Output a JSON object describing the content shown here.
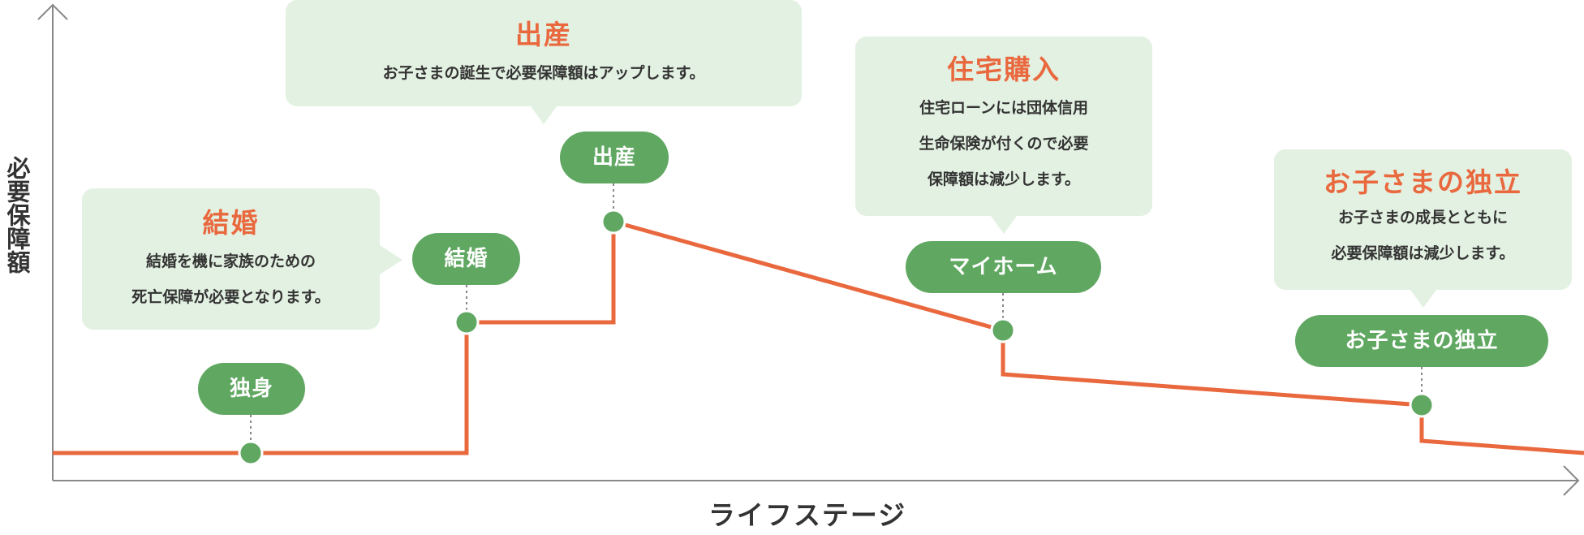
{
  "colors": {
    "line": "#e9683e",
    "node": "#60a862",
    "bubble_bg": "#e3f1e2",
    "title": "#e9683e",
    "axis": "#888888"
  },
  "axes": {
    "y_label": "必要保障額",
    "x_label": "ライフステージ"
  },
  "stages": [
    {
      "label": "独身",
      "bubble": null
    },
    {
      "label": "結婚",
      "bubble": {
        "title": "結婚",
        "lines": [
          "結婚を機に家族のための",
          "死亡保障が必要となります。"
        ]
      }
    },
    {
      "label": "出産",
      "bubble": {
        "title": "出産",
        "lines": [
          "お子さまの誕生で必要保障額はアップします。"
        ]
      }
    },
    {
      "label": "マイホーム",
      "bubble": {
        "title": "住宅購入",
        "lines": [
          "住宅ローンには団体信用",
          "生命保険が付くので必要",
          "保障額は減少します。"
        ]
      }
    },
    {
      "label": "お子さまの独立",
      "bubble": {
        "title": "お子さまの独立",
        "lines": [
          "お子さまの成長とともに",
          "必要保障額は減少します。"
        ]
      }
    }
  ]
}
